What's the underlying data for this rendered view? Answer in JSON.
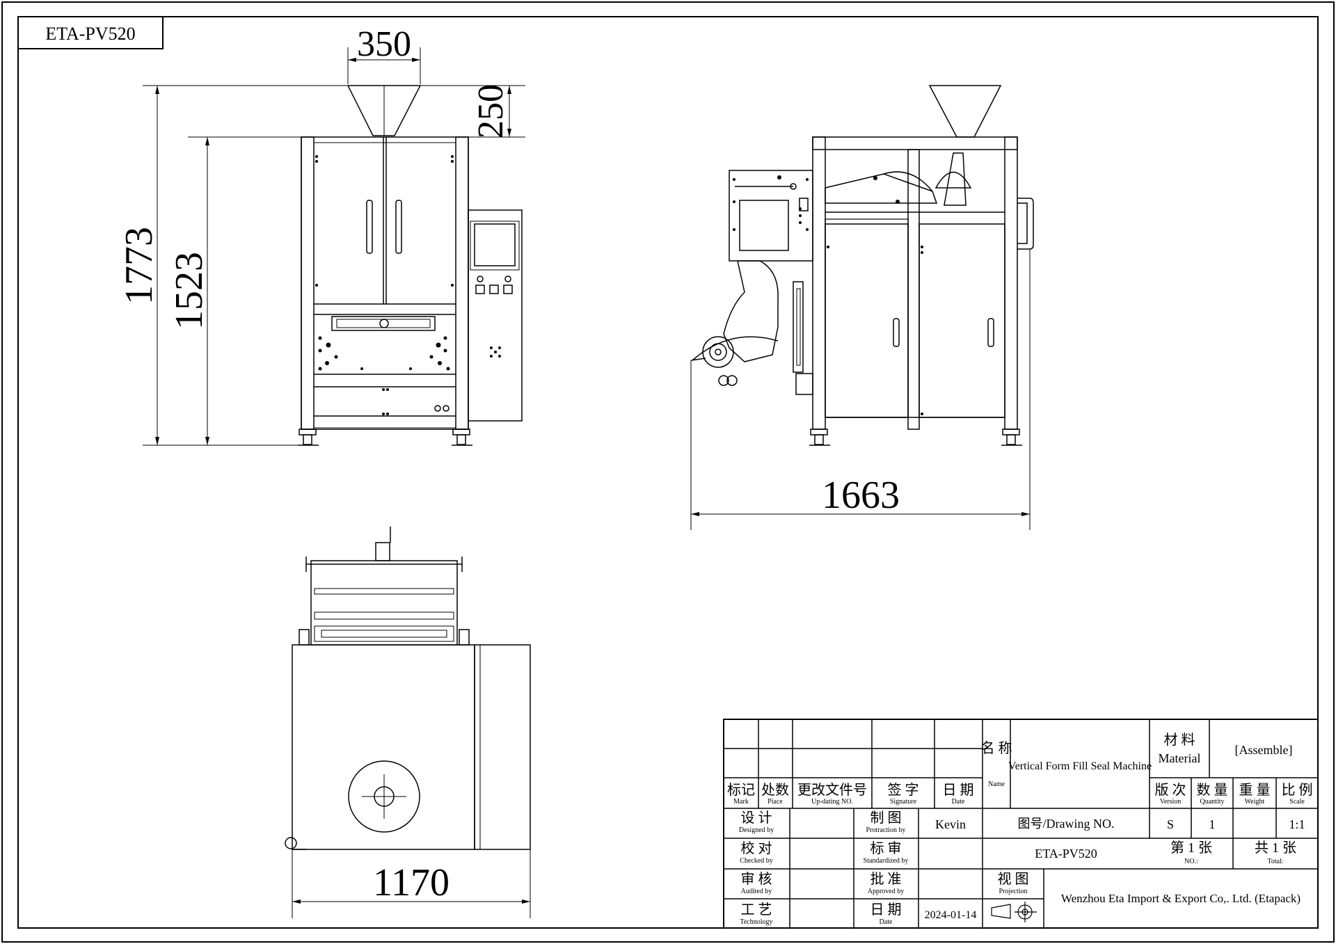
{
  "drawing": {
    "model_tag": "ETA-PV520",
    "dimensions": {
      "hopper_width": "350",
      "hopper_height": "250",
      "total_height": "1773",
      "frame_height": "1523",
      "side_length": "1663",
      "base_width": "1170"
    }
  },
  "title_block": {
    "headers": {
      "mark_cn": "标记",
      "mark_en": "Mark",
      "place_cn": "处数",
      "place_en": "Piace",
      "update_cn": "更改文件号",
      "update_en": "Up-dating NO.",
      "signature_cn": "签 字",
      "signature_en": "Signature",
      "date_cn": "日 期",
      "date_en": "Date"
    },
    "name_cn": "名 称",
    "name_en": "Name",
    "name_value": "Vertical Form Fill Seal Machine",
    "material_cn": "材 料",
    "material_en": "Material",
    "material_value": "[Assemble]",
    "version_cn": "版 次",
    "version_en": "Version",
    "version_value": "S",
    "quantity_cn": "数 量",
    "quantity_en": "Quantity",
    "quantity_value": "1",
    "weight_cn": "重 量",
    "weight_en": "Weight",
    "scale_cn": "比 例",
    "scale_en": "Scale",
    "scale_value": "1:1",
    "designed_cn": "设 计",
    "designed_en": "Designed by",
    "protraction_cn": "制 图",
    "protraction_en": "Protraction by",
    "protraction_value": "Kevin",
    "drawing_no_label": "图号/Drawing NO.",
    "drawing_no_value": "ETA-PV520",
    "checked_cn": "校 对",
    "checked_en": "Checked by",
    "standardized_cn": "标 审",
    "standardized_en": "Standardized by",
    "sheet_no_cn": "第 1 张",
    "sheet_no_en": "NO.:",
    "sheet_total_cn": "共 1 张",
    "sheet_total_en": "Total:",
    "audited_cn": "审 核",
    "audited_en": "Audited by",
    "approved_cn": "批 准",
    "approved_en": "Approved by",
    "projection_cn": "视 图",
    "projection_en": "Projection",
    "company": "Wenzhou Eta Import & Export Co,. Ltd. (Etapack)",
    "technology_cn": "工 艺",
    "technology_en": "Technology",
    "date2_cn": "日 期",
    "date2_en": "Date",
    "date_value": "2024-01-14"
  }
}
